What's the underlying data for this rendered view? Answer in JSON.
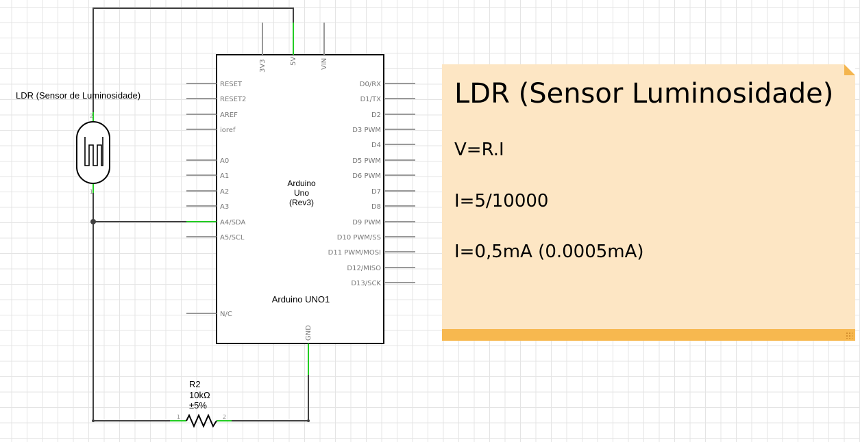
{
  "ldr": {
    "label": "LDR (Sensor de Luminosidade)",
    "pin1": "1",
    "pin2": "2"
  },
  "arduino": {
    "model_line1": "Arduino",
    "model_line2": "Uno",
    "model_line3": "(Rev3)",
    "instance": "Arduino UNO1",
    "top_pins": [
      "3V3",
      "5V",
      "VIN"
    ],
    "bottom_pin": "GND",
    "left_pins": [
      "RESET",
      "RESET2",
      "AREF",
      "ioref",
      "A0",
      "A1",
      "A2",
      "A3",
      "A4/SDA",
      "A5/SCL",
      "N/C"
    ],
    "right_pins": [
      "D0/RX",
      "D1/TX",
      "D2",
      "D3 PWM",
      "D4",
      "D5 PWM",
      "D6 PWM",
      "D7",
      "D8",
      "D9 PWM",
      "D10 PWM/SS",
      "D11 PWM/MOSI",
      "D12/MISO",
      "D13/SCK"
    ]
  },
  "resistor": {
    "name": "R2",
    "value": "10kΩ",
    "tolerance": "±5%",
    "pin1": "1",
    "pin2": "2"
  },
  "note": {
    "title": "LDR (Sensor Luminosidade)",
    "lines": [
      "V=R.I",
      "I=5/10000",
      "I=0,5mA (0.0005mA)"
    ]
  },
  "colors": {
    "wire": "#404040",
    "connected_pin": "#22cc22",
    "note_bg": "#fde6c4",
    "note_accent": "#f7b84f"
  }
}
